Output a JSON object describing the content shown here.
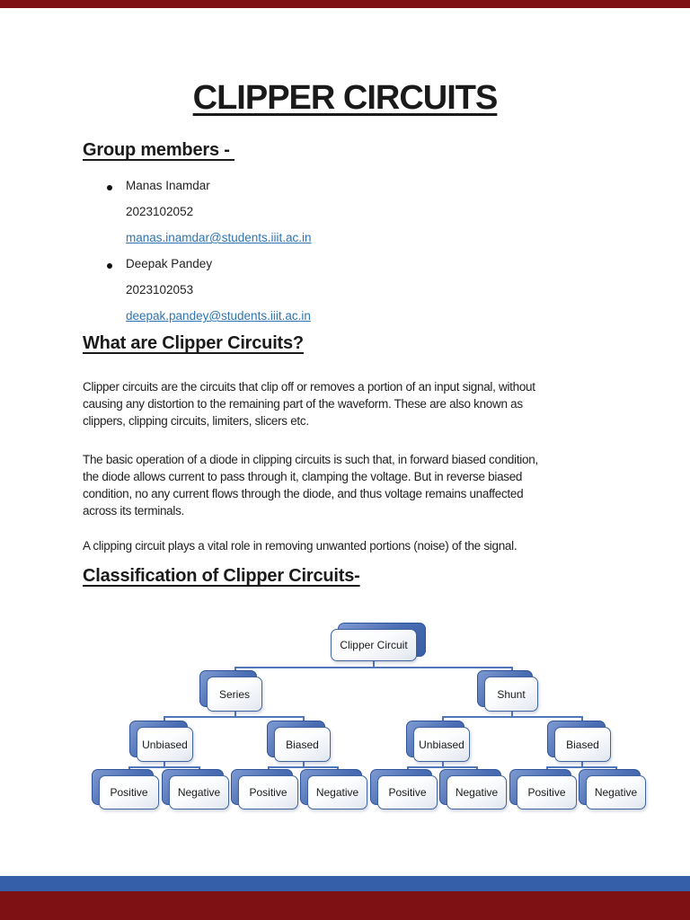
{
  "document": {
    "title": "CLIPPER CIRCUITS",
    "group_section": {
      "heading": "Group members - ",
      "members": [
        {
          "name": "Manas Inamdar",
          "roll_no": "2023102052",
          "email": "manas.inamdar@students.iiit.ac.in"
        },
        {
          "name": "Deepak Pandey",
          "roll_no": "2023102053",
          "email": "deepak.pandey@students.iiit.ac.in"
        }
      ]
    },
    "what_section": {
      "heading": "What are Clipper Circuits?",
      "paragraphs": [
        {
          "lines": [
            "Clipper circuits are the circuits that clip off or removes a portion of an input signal, without",
            "causing any distortion to the remaining part of the waveform. These are also known as",
            "clippers, clipping circuits, limiters, slicers etc."
          ]
        },
        {
          "lines": [
            "The basic operation of a diode in clipping circuits is such that, in forward biased condition,",
            "the diode allows current to pass through it, clamping the voltage. But in reverse biased",
            "condition, no any current flows through the diode, and thus voltage remains unaffected",
            "across its terminals."
          ]
        },
        {
          "lines": [
            "A clipping circuit plays a vital role in removing unwanted portions (noise) of the signal."
          ]
        }
      ]
    },
    "classification_section": {
      "heading": "Classification of Clipper Circuits-",
      "diagram": {
        "type": "hierarchy",
        "root": {
          "label": "Clipper Circuit",
          "children": [
            {
              "label": "Series",
              "children": [
                {
                  "label": "Unbiased",
                  "children": [
                    {
                      "label": "Positive"
                    },
                    {
                      "label": "Negative"
                    }
                  ]
                },
                {
                  "label": "Biased",
                  "children": [
                    {
                      "label": "Positive"
                    },
                    {
                      "label": "Negative"
                    }
                  ]
                }
              ]
            },
            {
              "label": "Shunt",
              "children": [
                {
                  "label": "Unbiased",
                  "children": [
                    {
                      "label": "Positive"
                    },
                    {
                      "label": "Negative"
                    }
                  ]
                },
                {
                  "label": "Biased",
                  "children": [
                    {
                      "label": "Positive"
                    },
                    {
                      "label": "Negative"
                    }
                  ]
                }
              ]
            }
          ]
        }
      }
    }
  },
  "colors": {
    "viewer_bar_maroon": "#7d1113",
    "next_page_blue": "#355fa8",
    "link_blue": "#2e74b5",
    "node_border_blue": "#3f649f",
    "node_back_blue": "#4a6db3",
    "connector_blue": "#4f77b9"
  }
}
